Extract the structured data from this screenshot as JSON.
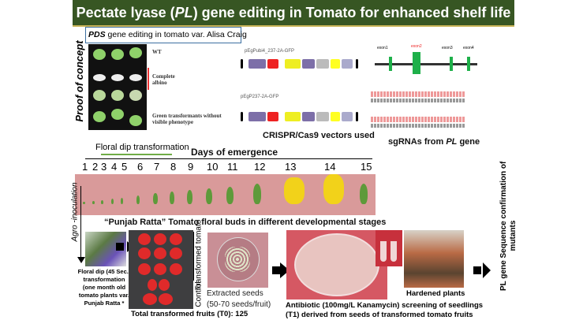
{
  "title": "Pectate lyase (PL) gene editing in Tomato for enhanced shelf life",
  "title_parts": {
    "pre": "Pectate lyase (",
    "italic": "PL",
    "post": ") gene editing in Tomato for enhanced shelf life"
  },
  "proof_of_concept": {
    "label": "Proof of concept",
    "pds_box": {
      "italic": "PDS",
      "text": " gene editing in tomato var. Alisa Craig"
    },
    "phenotypes": [
      "WT",
      "Complete albino",
      "Green transformants without visible phenotype"
    ]
  },
  "vectors": {
    "names": [
      "pEgPubi4_237-2A-GFP",
      "pEgP237-2A-GFP"
    ],
    "caption": "CRISPR/Cas9 vectors used"
  },
  "sgrna": {
    "exons": [
      "exon1",
      "exon2",
      "exon3",
      "exon4"
    ],
    "caption_pre": "sgRNAs from ",
    "caption_italic": "PL",
    "caption_post": " gene"
  },
  "timeline": {
    "floral_dip": "Floral dip transformation",
    "days_label": "Days of emergence",
    "days": [
      "1",
      "2",
      "3",
      "4",
      "5",
      "6",
      "7",
      "8",
      "9",
      "10",
      "11",
      "12",
      "13",
      "14",
      "15"
    ],
    "caption": "“Punjab Ratta” Tomato floral buds in different developmental stages"
  },
  "workflow": {
    "agro": "Agro -inoculation",
    "floral_dip_text": [
      "Floral dip (45 Sec.)",
      "transformation",
      "(one month old",
      "tomato plants var.",
      "Punjab Ratta *"
    ],
    "transformed": "Transformed tomato",
    "control": "Control",
    "total_fruits": "Total transformed fruits (T0): 125",
    "seeds": [
      "Extracted seeds",
      "(50-70 seeds/fruit)"
    ],
    "antibiotic": [
      "Antibiotic (100mg/L Kanamycin) screening of seedlings",
      "(T1) derived from seeds of transformed tomato fruits"
    ],
    "hardened": "Hardened plants",
    "sequence": [
      "PL gene Sequence confirmation of",
      "mutants"
    ]
  }
}
